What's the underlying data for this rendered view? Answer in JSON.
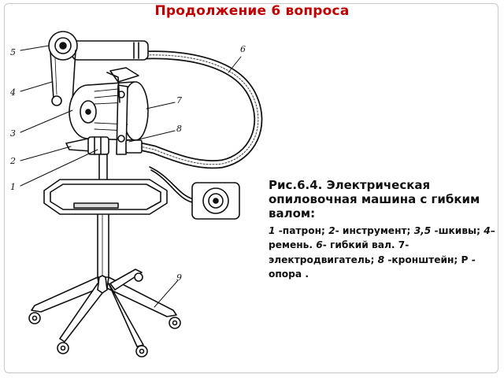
{
  "title": "Продолжение 6 вопроса",
  "figure": {
    "labels": [
      "5",
      "4",
      "3",
      "2",
      "1",
      "6",
      "7",
      "8",
      "9"
    ]
  },
  "caption": {
    "title": "Рис.6.4. Электрическая опиловочная машина с гибким валом:",
    "legend": [
      {
        "key": "1",
        "text": " -патрон; "
      },
      {
        "key": "2",
        "text": "- инструмент; "
      },
      {
        "key": "3,5",
        "text": " -шкивы; "
      },
      {
        "key": "4",
        "text": "–   ремень. "
      },
      {
        "key": "6",
        "text": "- гибкий вал. 7-электродвигатель; "
      },
      {
        "key": "8",
        "text": " -кронштейн; Р - опора ."
      }
    ]
  },
  "colors": {
    "title": "#c00000",
    "ink": "#111111"
  }
}
